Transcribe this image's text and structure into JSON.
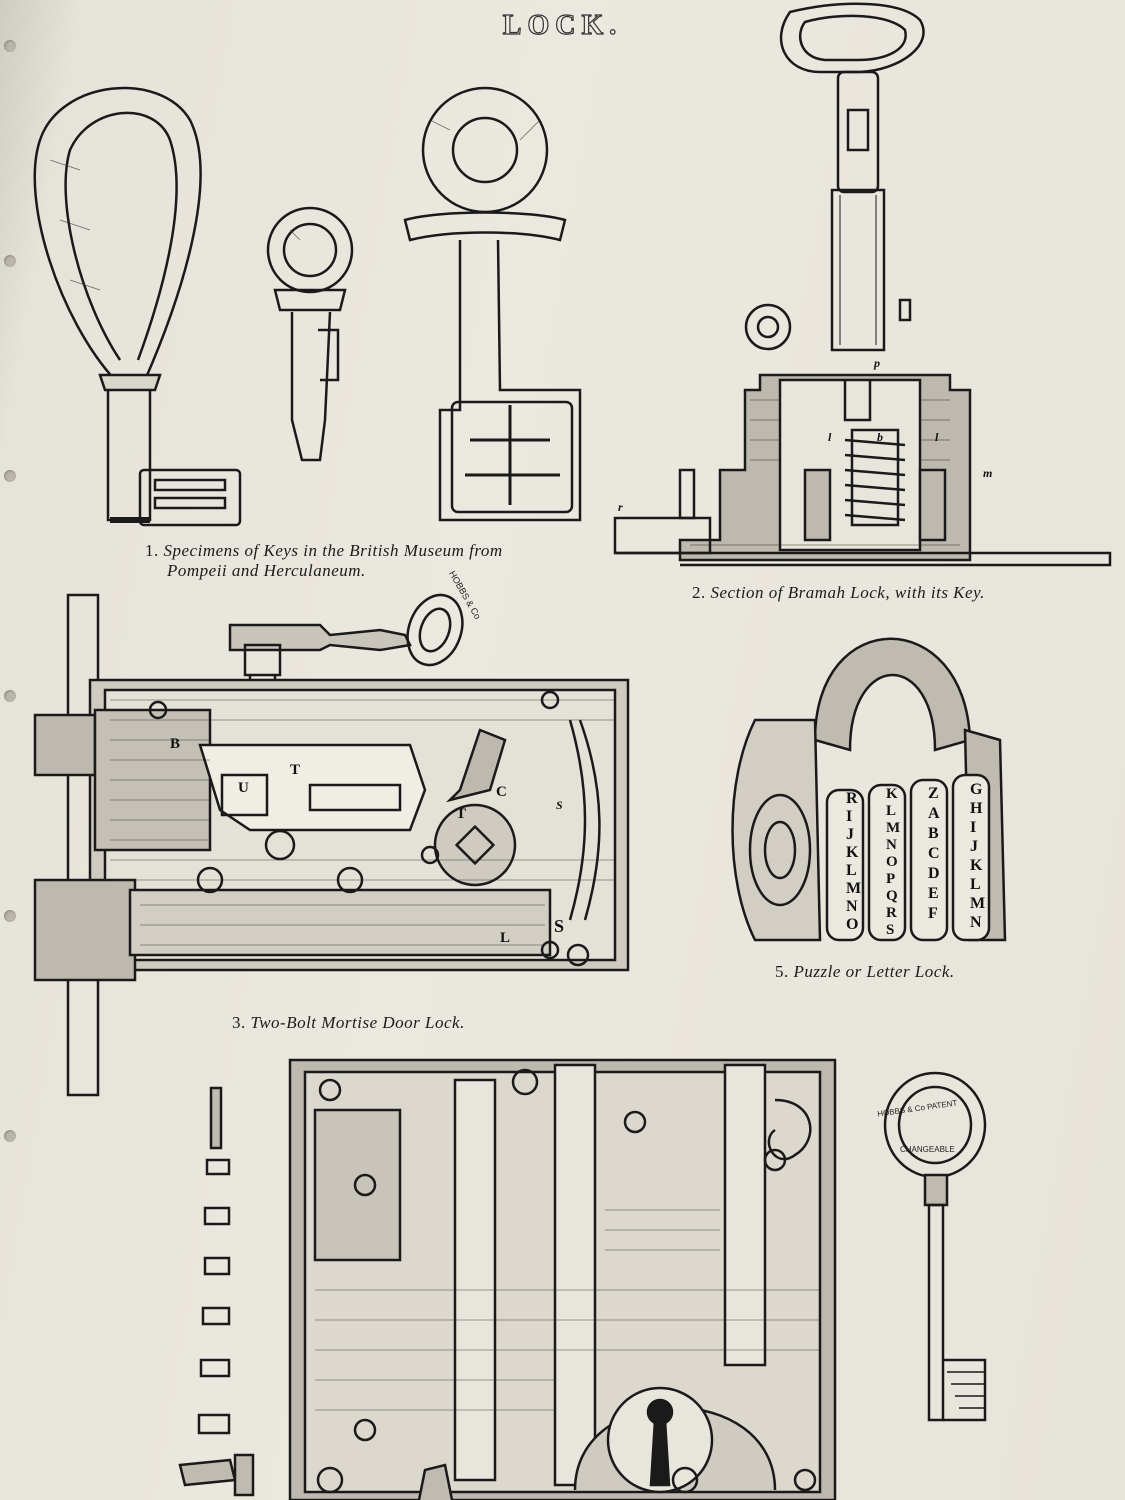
{
  "page": {
    "title": "LOCK."
  },
  "figures": [
    {
      "id": "fig1",
      "number": "1.",
      "caption_line1": "Specimens of Keys in the British Museum from",
      "caption_line2": "Pompeii and Herculaneum."
    },
    {
      "id": "fig2",
      "number": "2.",
      "caption": "Section of Bramah Lock, with its Key.",
      "letters": [
        "p",
        "l",
        "l",
        "b",
        "m",
        "r"
      ]
    },
    {
      "id": "fig3",
      "number": "3.",
      "caption": "Two-Bolt Mortise Door Lock.",
      "key_stamp": "HOBBS & Co",
      "letters": [
        "B",
        "U",
        "T",
        "T",
        "C",
        "S",
        "L",
        "S"
      ]
    },
    {
      "id": "fig4",
      "key_stamp_line1": "HOBBS & Co PATENT",
      "key_stamp_line2": "CHANGEABLE"
    },
    {
      "id": "fig5",
      "number": "5.",
      "caption": "Puzzle or Letter Lock.",
      "ring_letters": [
        "RIJKLMNO",
        "KLMNOPQRS",
        "ZABCDEF",
        "GHIJKLMN"
      ]
    }
  ]
}
